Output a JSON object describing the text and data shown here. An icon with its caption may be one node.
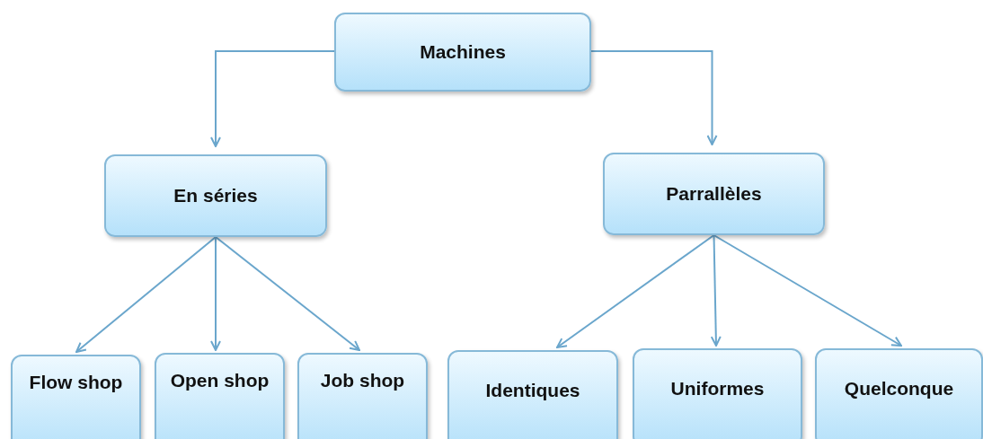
{
  "diagram": {
    "nodes": [
      {
        "text": [
          "Machines"
        ]
      },
      {
        "text": [
          "En séries"
        ]
      },
      {
        "text": [
          "Parrallèles"
        ]
      },
      {
        "text": [
          "Flow shop"
        ]
      },
      {
        "text": [
          "Open shop"
        ]
      },
      {
        "text": [
          "Job shop"
        ]
      },
      {
        "text": [
          "Identiques"
        ]
      },
      {
        "text": [
          "Uniformes"
        ]
      },
      {
        "text": [
          "Quelconque"
        ]
      }
    ],
    "edges": [
      {
        "from": 0,
        "to": 1,
        "arrow": "to"
      },
      {
        "from": 0,
        "to": 2,
        "arrow": "to"
      },
      {
        "from": 1,
        "to": 3,
        "arrow": "to"
      },
      {
        "from": 1,
        "to": 4,
        "arrow": "to"
      },
      {
        "from": 1,
        "to": 5,
        "arrow": "to"
      },
      {
        "from": 2,
        "to": 6,
        "arrow": "to"
      },
      {
        "from": 2,
        "to": 7,
        "arrow": "to"
      },
      {
        "from": 2,
        "to": 8,
        "arrow": "to"
      }
    ]
  }
}
